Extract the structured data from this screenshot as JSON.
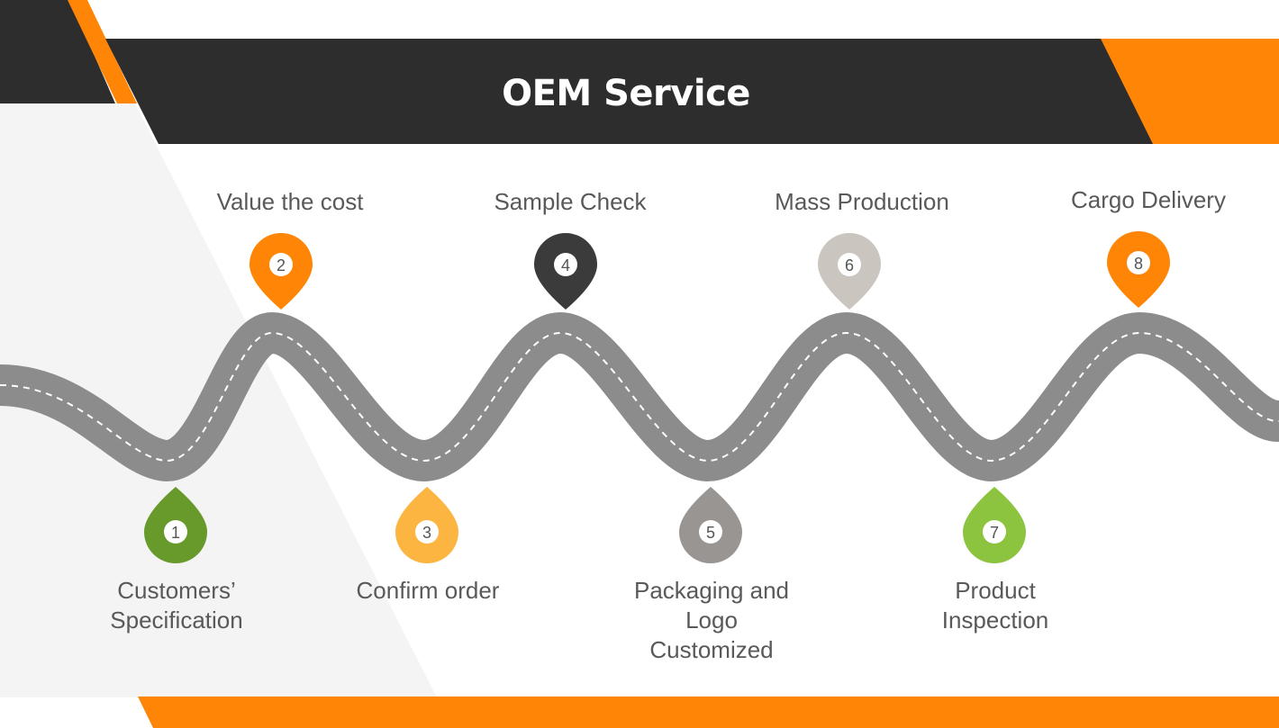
{
  "title": "OEM Service",
  "colors": {
    "dark": "#2d2d2d",
    "orange": "#fe8505",
    "light_gray_panel": "#f4f4f4",
    "road": "#8c8c8c",
    "road_dash": "#ffffff",
    "label_text": "#595959"
  },
  "steps": [
    {
      "number": "1",
      "label": "Customers’\nSpecification",
      "color": "#689a2b",
      "position": "below"
    },
    {
      "number": "2",
      "label": "Value the cost",
      "color": "#fe8505",
      "position": "above"
    },
    {
      "number": "3",
      "label": "Confirm order",
      "color": "#fcb540",
      "position": "below"
    },
    {
      "number": "4",
      "label": "Sample Check",
      "color": "#3b3b3b",
      "position": "above"
    },
    {
      "number": "5",
      "label": "Packaging and\nLogo\nCustomized",
      "color": "#999593",
      "position": "below"
    },
    {
      "number": "6",
      "label": "Mass Production",
      "color": "#cac5bf",
      "position": "above"
    },
    {
      "number": "7",
      "label": "Product\nInspection",
      "color": "#8dc43f",
      "position": "below"
    },
    {
      "number": "8",
      "label": "Cargo Delivery",
      "color": "#fe8505",
      "position": "above"
    }
  ]
}
